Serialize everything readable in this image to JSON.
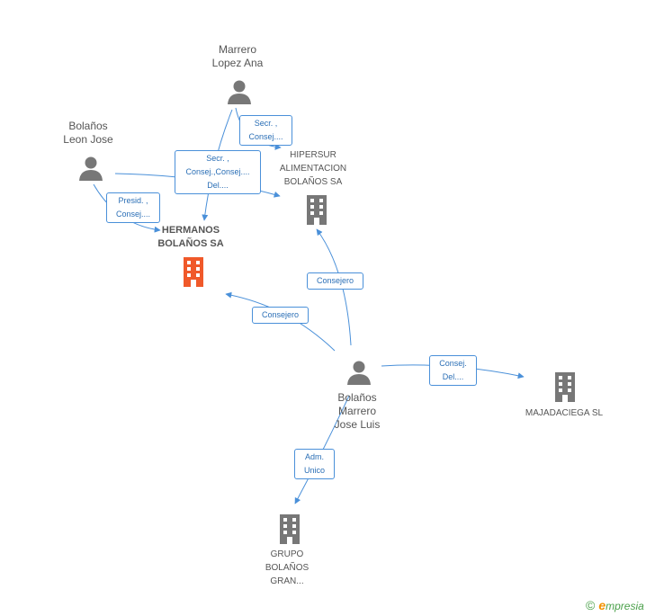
{
  "colors": {
    "edge": "#4a90d9",
    "person": "#777777",
    "company": "#777777",
    "main_company": "#f0592a"
  },
  "nodes": {
    "marrero_lopez_ana": {
      "lines": [
        "Marrero",
        "Lopez Ana"
      ],
      "icon": "person-icon"
    },
    "bolanos_leon_jose": {
      "lines": [
        "Bolaños",
        "Leon Jose"
      ],
      "icon": "person-icon"
    },
    "hipersur": {
      "lines": [
        "HIPERSUR",
        "ALIMENTACION",
        "BOLAÑOS SA"
      ],
      "icon": "building-icon"
    },
    "hermanos_bolanos": {
      "lines": [
        "HERMANOS",
        "BOLAÑOS SA"
      ],
      "icon": "building-icon"
    },
    "bolanos_marrero_jose_luis": {
      "lines": [
        "Bolaños",
        "Marrero",
        "Jose Luis"
      ],
      "icon": "person-icon"
    },
    "majadaciega": {
      "lines": [
        "MAJADACIEGA SL"
      ],
      "icon": "building-icon"
    },
    "grupo_bolanos": {
      "lines": [
        "GRUPO",
        "BOLAÑOS",
        "GRAN..."
      ],
      "icon": "building-icon"
    }
  },
  "roles": {
    "secr_consej": [
      "Secr. ,",
      "Consej...."
    ],
    "secr_consej_del": [
      "Secr. ,",
      "Consej.,Consej....",
      "Del...."
    ],
    "presid_consej": [
      "Presid. ,",
      "Consej...."
    ],
    "consejero_hipersur": [
      "Consejero"
    ],
    "consejero_hermanos": [
      "Consejero"
    ],
    "consej_del": [
      "Consej.",
      "Del...."
    ],
    "adm_unico": [
      "Adm.",
      "Unico"
    ]
  },
  "brand": {
    "copyright": "©",
    "initial": "e",
    "rest": "mpresia"
  }
}
